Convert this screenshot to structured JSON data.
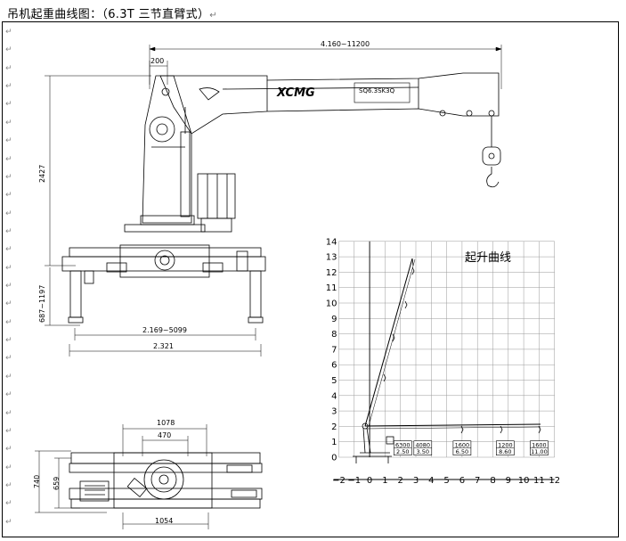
{
  "document": {
    "title": "吊机起重曲线图：（6.3T 三节直臂式）",
    "paragraph_mark": "↵",
    "paragraph_mark_count": 28
  },
  "elevation_view": {
    "dims": {
      "overall_length": "4.160~11200",
      "boom_offset": "200",
      "height": "2427",
      "leg_height": "687~1197",
      "outrigger_span": "2.169~5099",
      "base_width": "2.321"
    },
    "brand": "XCMG",
    "model": "SQ6.3SK3Q"
  },
  "plan_view": {
    "dims": {
      "top_width": "1078",
      "inner_width": "470",
      "bottom_width": "1054",
      "height_outer": "740",
      "height_inner": "659"
    }
  },
  "lift_chart": {
    "title": "起升曲线",
    "x_ticks": [
      "−2",
      "−1",
      "0",
      "1",
      "2",
      "3",
      "4",
      "5",
      "6",
      "7",
      "8",
      "9",
      "10",
      "11",
      "12"
    ],
    "y_ticks": [
      "0",
      "1",
      "2",
      "3",
      "4",
      "5",
      "6",
      "7",
      "8",
      "9",
      "10",
      "11",
      "12",
      "13",
      "14"
    ],
    "load_boxes": [
      {
        "x": 2.15,
        "top": "6300",
        "bottom": "2.50"
      },
      {
        "x": 3.45,
        "top": "4080",
        "bottom": "3.50"
      },
      {
        "x": 6.0,
        "top": "1600",
        "bottom": "6.50"
      },
      {
        "x": 8.8,
        "top": "1200",
        "bottom": "8.60"
      },
      {
        "x": 11.0,
        "top": "1600",
        "bottom": "11.00"
      }
    ]
  }
}
